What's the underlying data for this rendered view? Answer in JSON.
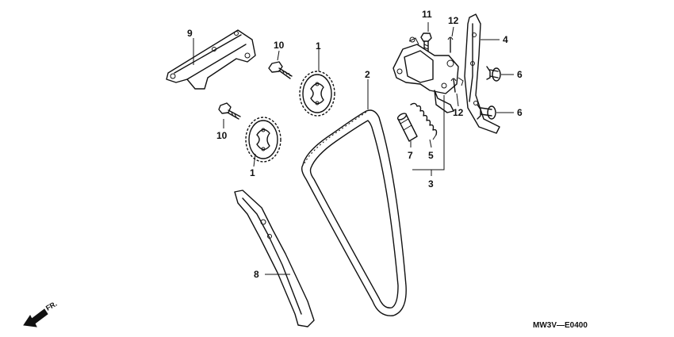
{
  "callouts": {
    "c9": "9",
    "c10a": "10",
    "c10b": "10",
    "c1a": "1",
    "c1b": "1",
    "c2": "2",
    "c11": "11",
    "c12a": "12",
    "c12b": "12",
    "c4": "4",
    "c6a": "6",
    "c6b": "6",
    "c7": "7",
    "c5": "5",
    "c3": "3",
    "c8": "8"
  },
  "direction_label": "FR.",
  "diagram_code": "MW3V—E0400",
  "icons": {
    "front_arrow": "arrow-down-left-icon"
  }
}
